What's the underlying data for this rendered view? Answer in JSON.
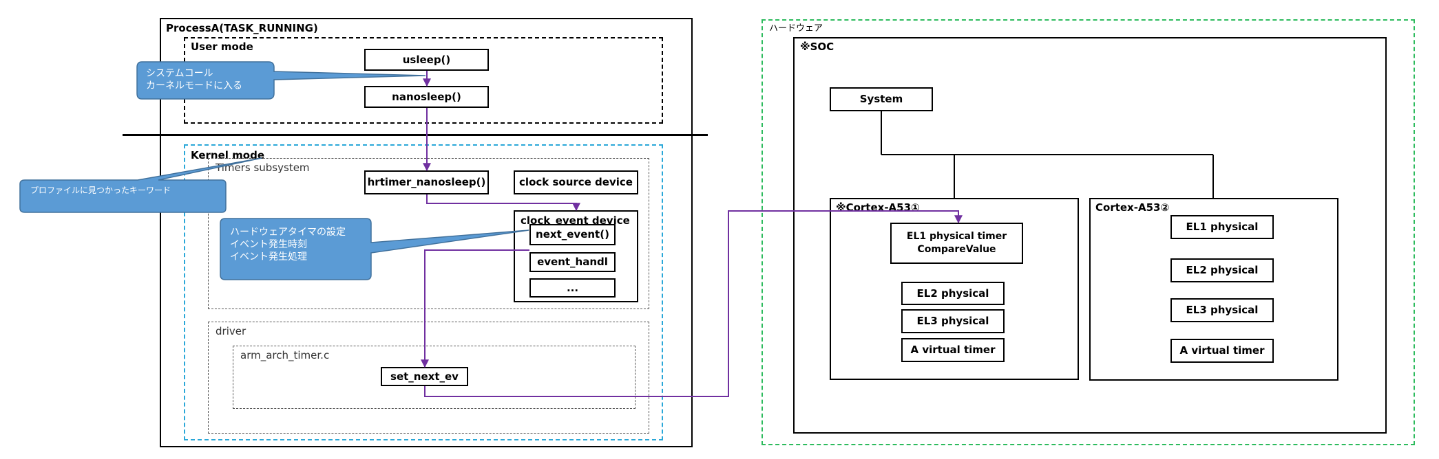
{
  "process": {
    "title": "ProcessA(TASK_RUNNING)",
    "user_mode": "User mode",
    "kernel_mode": "Kernel mode",
    "timers_subsystem": "Timers subsystem",
    "driver": "driver",
    "arm_arch_timer": "arm_arch_timer.c"
  },
  "boxes": {
    "usleep": "usleep()",
    "nanosleep": "nanosleep()",
    "hrtimer_nanosleep": "hrtimer_nanosleep()",
    "clock_source_device": "clock source device",
    "clock_event_device": "clock_event device",
    "next_event": "next_event()",
    "event_handl": "event_handl",
    "ellipsis": "...",
    "set_next_ev": "set_next_ev"
  },
  "callouts": {
    "syscall": "システムコール\nカーネルモードに入る",
    "profile": "プロファイルに見つかったキーワード",
    "hwtimer": "ハードウェアタイマの設定\nイベント発生時刻\nイベント発生処理"
  },
  "hardware": {
    "title": "ハードウェア",
    "soc": "※SOC",
    "system": "System",
    "cortex1": {
      "title": "※Cortex-A53①",
      "items": [
        "EL1 physical timer\n  CompareValue",
        "EL2 physical",
        "EL3 physical",
        "A virtual timer"
      ]
    },
    "cortex2": {
      "title": "Cortex-A53②",
      "items": [
        "EL1 physical",
        "EL2 physical",
        "EL3 physical",
        "A virtual timer"
      ]
    }
  },
  "colors": {
    "arrow": "#7030a0",
    "callout": "#5b9bd5",
    "kernel_border": "#29a7d8",
    "hardware_border": "#2dbb5d"
  }
}
